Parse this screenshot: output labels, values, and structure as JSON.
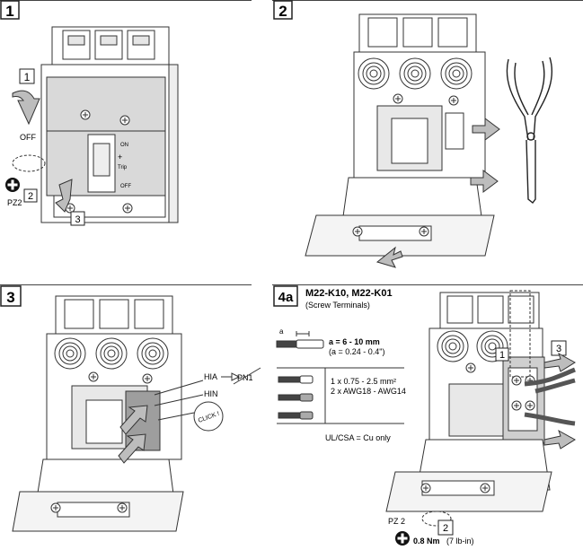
{
  "steps": {
    "step1": "1",
    "step2": "2",
    "step3": "3",
    "step4": "4a"
  },
  "panel1": {
    "callout_1": "1",
    "off_text": "OFF",
    "pz_text": "PZ2",
    "callout_2": "2",
    "callout_3": "3",
    "breaker_on": "ON",
    "breaker_trip": "Trip",
    "breaker_off": "OFF",
    "breaker_plus": "+"
  },
  "panel3": {
    "hia": "HIA",
    "hin": "HIN",
    "pn1": "PN1",
    "click": "CLICK !"
  },
  "panel4": {
    "title": "M22-K10, M22-K01",
    "subtitle": "(Screw Terminals)",
    "strip_a": "a",
    "strip_mm": "a = 6 - 10 mm",
    "strip_in": "(a = 0.24 - 0.4\")",
    "wire_1": "1 x 0.75 - 2.5 mm²",
    "wire_2": "2 x AWG18 - AWG14",
    "ul_note": "UL/CSA = Cu only",
    "callout_1": "1",
    "callout_2": "2",
    "callout_3": "3",
    "pz_text": "PZ 2",
    "torque_nm": "0.8 Nm",
    "torque_lbin": "(7 lb-in)"
  },
  "colors": {
    "line": "#333333",
    "gray_fill": "#d9d9d9",
    "arrow_fill": "#bdbdbd",
    "white": "#ffffff"
  }
}
